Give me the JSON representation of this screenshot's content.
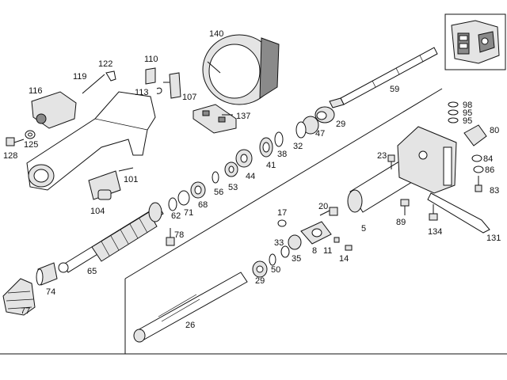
{
  "diagram": {
    "labels": {
      "p5": "5",
      "p8": "8",
      "p11": "11",
      "p14": "14",
      "p17": "17",
      "p20": "20",
      "p23": "23",
      "p26": "26",
      "p29a": "29",
      "p29b": "29",
      "p32": "32",
      "p33": "33",
      "p35": "35",
      "p38": "38",
      "p41": "41",
      "p44": "44",
      "p47": "47",
      "p50": "50",
      "p53": "53",
      "p56": "56",
      "p59": "59",
      "p62": "62",
      "p65": "65",
      "p68": "68",
      "p71": "71",
      "p74": "74",
      "p77": "77",
      "p78": "78",
      "p80": "80",
      "p83": "83",
      "p84": "84",
      "p86": "86",
      "p89": "89",
      "p95a": "95",
      "p95b": "95",
      "p98": "98",
      "p101": "101",
      "p104": "104",
      "p107": "107",
      "p110": "110",
      "p113": "113",
      "p116": "116",
      "p119": "119",
      "p122": "122",
      "p125": "125",
      "p128": "128",
      "p131": "131",
      "p134": "134",
      "p137": "137",
      "p140": "140"
    }
  }
}
